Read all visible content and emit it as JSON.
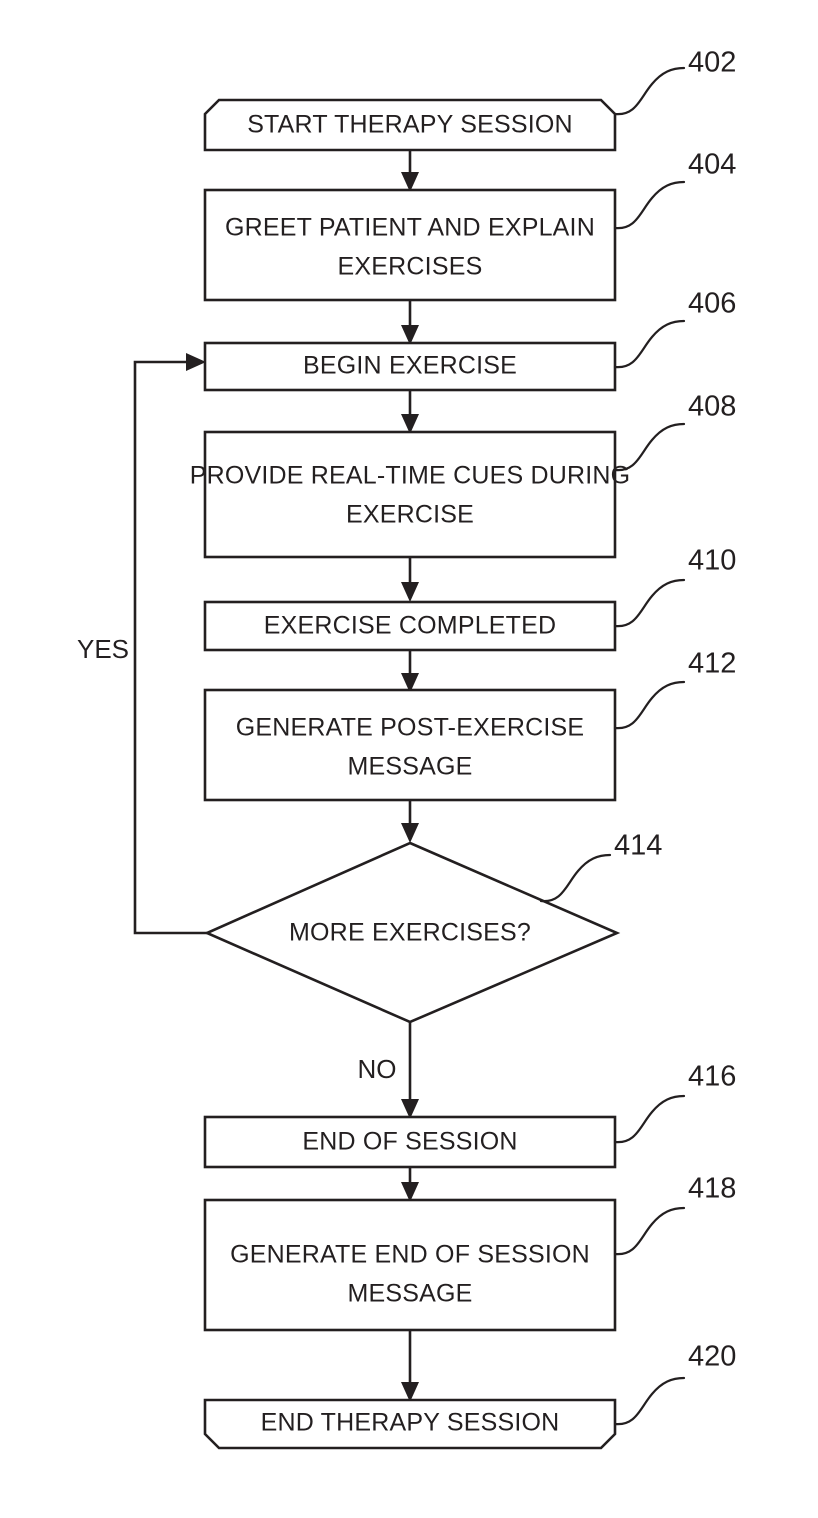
{
  "figure": {
    "title": "Therapy Session Process Flowchart",
    "background_color": "#ffffff",
    "line_color": "#231f20"
  },
  "nodes": [
    {
      "id": "n402",
      "ref": "402",
      "shape": "terminator-start",
      "lines": [
        "START THERAPY SESSION"
      ],
      "line1": "START THERAPY SESSION",
      "line2": ""
    },
    {
      "id": "n404",
      "ref": "404",
      "shape": "process",
      "lines": [
        "GREET PATIENT AND EXPLAIN",
        "EXERCISES"
      ],
      "line1": "GREET PATIENT AND EXPLAIN",
      "line2": "EXERCISES"
    },
    {
      "id": "n406",
      "ref": "406",
      "shape": "process",
      "lines": [
        "BEGIN EXERCISE"
      ],
      "line1": "BEGIN EXERCISE",
      "line2": ""
    },
    {
      "id": "n408",
      "ref": "408",
      "shape": "process",
      "lines": [
        "PROVIDE REAL-TIME CUES DURING",
        "EXERCISE"
      ],
      "line1": "PROVIDE REAL-TIME CUES DURING",
      "line2": "EXERCISE"
    },
    {
      "id": "n410",
      "ref": "410",
      "shape": "process",
      "lines": [
        "EXERCISE COMPLETED"
      ],
      "line1": "EXERCISE COMPLETED",
      "line2": ""
    },
    {
      "id": "n412",
      "ref": "412",
      "shape": "process",
      "lines": [
        "GENERATE POST-EXERCISE",
        "MESSAGE"
      ],
      "line1": "GENERATE POST-EXERCISE",
      "line2": "MESSAGE"
    },
    {
      "id": "n414",
      "ref": "414",
      "shape": "decision",
      "lines": [
        "MORE EXERCISES?"
      ],
      "line1": "MORE EXERCISES?",
      "line2": ""
    },
    {
      "id": "n416",
      "ref": "416",
      "shape": "process",
      "lines": [
        "END OF SESSION"
      ],
      "line1": "END OF SESSION",
      "line2": ""
    },
    {
      "id": "n418",
      "ref": "418",
      "shape": "process",
      "lines": [
        "GENERATE END OF SESSION",
        "MESSAGE"
      ],
      "line1": "GENERATE END OF SESSION",
      "line2": "MESSAGE"
    },
    {
      "id": "n420",
      "ref": "420",
      "shape": "terminator-end",
      "lines": [
        "END THERAPY SESSION"
      ],
      "line1": "END THERAPY SESSION",
      "line2": ""
    }
  ],
  "branch_labels": {
    "yes": "YES",
    "no": "NO"
  },
  "reference_numerals": {
    "n402": "402",
    "n404": "404",
    "n406": "406",
    "n408": "408",
    "n410": "410",
    "n412": "412",
    "n414": "414",
    "n416": "416",
    "n418": "418",
    "n420": "420"
  }
}
